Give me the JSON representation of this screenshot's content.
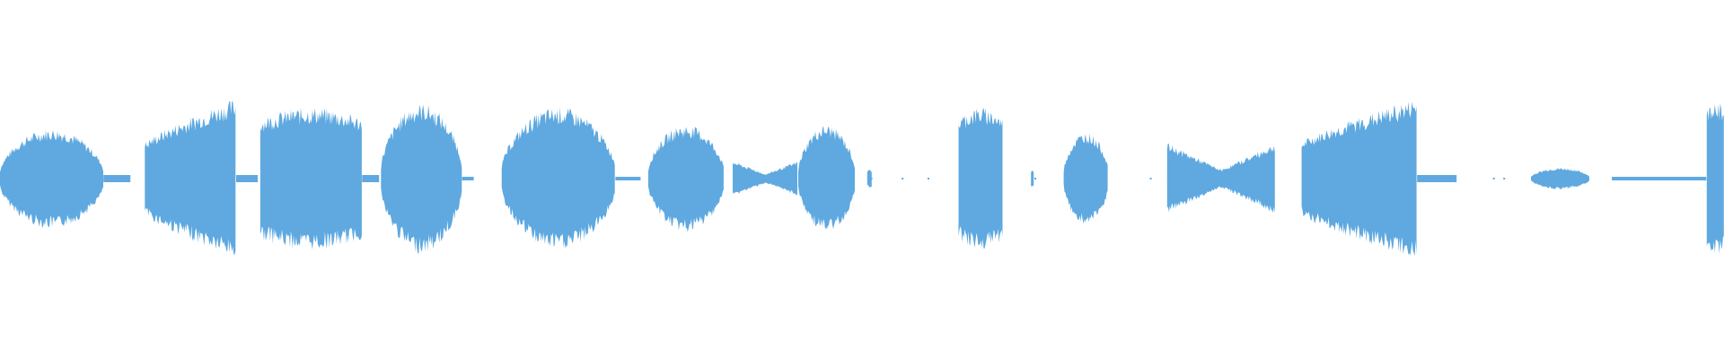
{
  "colors": {
    "background": "#ffffff",
    "waveform": "#5fa9e0"
  },
  "waveform": {
    "description_visible_text": "",
    "segments": [
      {
        "start": 0.0,
        "end": 0.06,
        "peak": 0.28,
        "shape": "hump"
      },
      {
        "start": 0.06,
        "end": 0.076,
        "peak": 0.02,
        "shape": "flat"
      },
      {
        "start": 0.084,
        "end": 0.137,
        "peak": 0.45,
        "shape": "ramp-up"
      },
      {
        "start": 0.137,
        "end": 0.15,
        "peak": 0.02,
        "shape": "flat"
      },
      {
        "start": 0.151,
        "end": 0.21,
        "peak": 0.4,
        "shape": "block"
      },
      {
        "start": 0.21,
        "end": 0.22,
        "peak": 0.02,
        "shape": "flat"
      },
      {
        "start": 0.221,
        "end": 0.268,
        "peak": 0.42,
        "shape": "hump"
      },
      {
        "start": 0.268,
        "end": 0.275,
        "peak": 0.01,
        "shape": "flat"
      },
      {
        "start": 0.291,
        "end": 0.357,
        "peak": 0.4,
        "shape": "hump"
      },
      {
        "start": 0.357,
        "end": 0.372,
        "peak": 0.01,
        "shape": "flat"
      },
      {
        "start": 0.376,
        "end": 0.42,
        "peak": 0.3,
        "shape": "hump"
      },
      {
        "start": 0.425,
        "end": 0.463,
        "peak": 0.1,
        "shape": "taper"
      },
      {
        "start": 0.463,
        "end": 0.496,
        "peak": 0.3,
        "shape": "hump"
      },
      {
        "start": 0.503,
        "end": 0.506,
        "peak": 0.05,
        "shape": "block"
      },
      {
        "start": 0.556,
        "end": 0.582,
        "peak": 0.4,
        "shape": "block"
      },
      {
        "start": 0.598,
        "end": 0.6,
        "peak": 0.05,
        "shape": "block"
      },
      {
        "start": 0.617,
        "end": 0.643,
        "peak": 0.26,
        "shape": "hump"
      },
      {
        "start": 0.677,
        "end": 0.74,
        "peak": 0.2,
        "shape": "taper"
      },
      {
        "start": 0.755,
        "end": 0.822,
        "peak": 0.45,
        "shape": "ramp-up"
      },
      {
        "start": 0.822,
        "end": 0.845,
        "peak": 0.02,
        "shape": "flat"
      },
      {
        "start": 0.888,
        "end": 0.922,
        "peak": 0.06,
        "shape": "hump"
      },
      {
        "start": 0.935,
        "end": 0.99,
        "peak": 0.01,
        "shape": "flat"
      },
      {
        "start": 0.99,
        "end": 1.0,
        "peak": 0.45,
        "shape": "block"
      }
    ],
    "dots": [
      0.072,
      0.112,
      0.505,
      0.523,
      0.538,
      0.6,
      0.667,
      0.866,
      0.872,
      0.935
    ]
  }
}
